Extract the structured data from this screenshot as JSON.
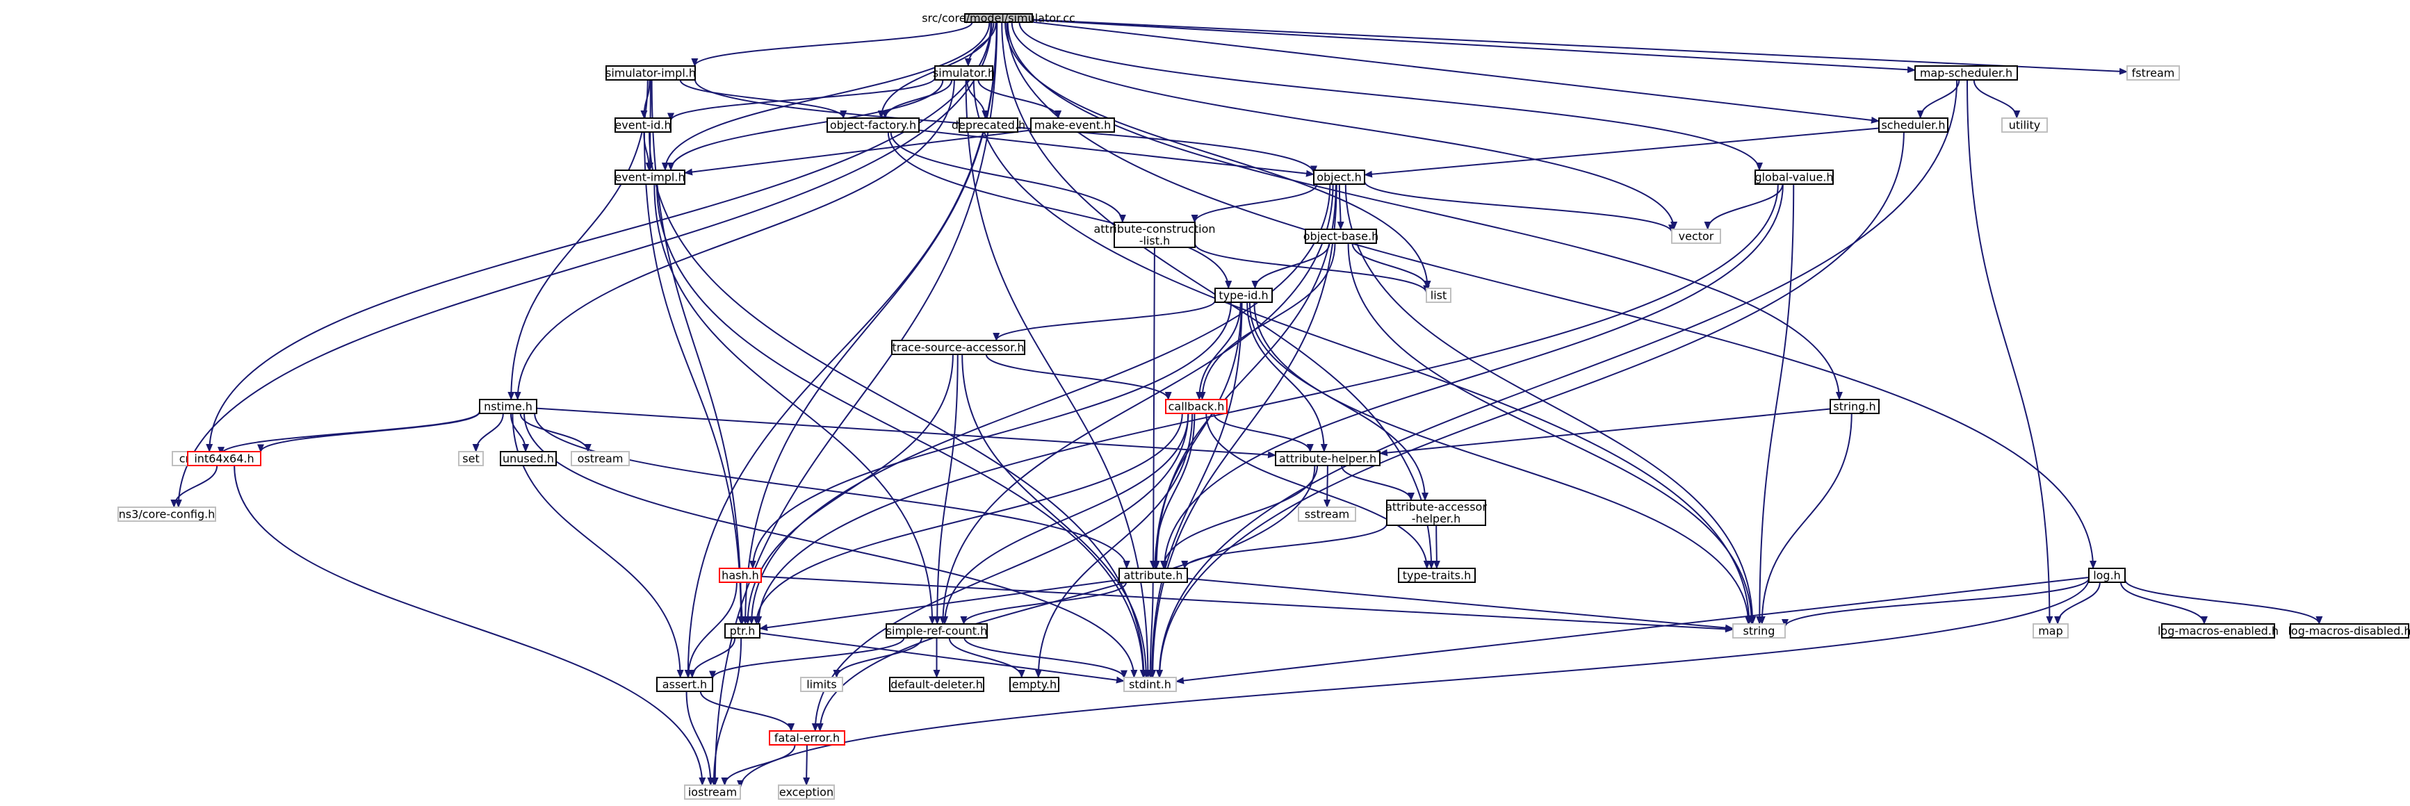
{
  "diagram": {
    "root": "src/core/model/simulator.cc",
    "nodes": [
      {
        "id": "root",
        "label": "src/core/model/simulator.cc",
        "kind": "root"
      },
      {
        "id": "simimpl",
        "label": "simulator-impl.h",
        "kind": "header"
      },
      {
        "id": "simh",
        "label": "simulator.h",
        "kind": "header"
      },
      {
        "id": "mapsched",
        "label": "map-scheduler.h",
        "kind": "header"
      },
      {
        "id": "fstream",
        "label": "fstream",
        "kind": "system"
      },
      {
        "id": "eventid",
        "label": "event-id.h",
        "kind": "header"
      },
      {
        "id": "objfact",
        "label": "object-factory.h",
        "kind": "header"
      },
      {
        "id": "deprec",
        "label": "deprecated.h",
        "kind": "header"
      },
      {
        "id": "makeevent",
        "label": "make-event.h",
        "kind": "header"
      },
      {
        "id": "sched",
        "label": "scheduler.h",
        "kind": "header"
      },
      {
        "id": "utility",
        "label": "utility",
        "kind": "system"
      },
      {
        "id": "eventimpl",
        "label": "event-impl.h",
        "kind": "header"
      },
      {
        "id": "objh",
        "label": "object.h",
        "kind": "header"
      },
      {
        "id": "globval",
        "label": "global-value.h",
        "kind": "header"
      },
      {
        "id": "attrcons",
        "label": "attribute-construction\n-list.h",
        "kind": "header"
      },
      {
        "id": "objbase",
        "label": "object-base.h",
        "kind": "header"
      },
      {
        "id": "vector",
        "label": "vector",
        "kind": "system"
      },
      {
        "id": "list",
        "label": "list",
        "kind": "system"
      },
      {
        "id": "typeid",
        "label": "type-id.h",
        "kind": "header"
      },
      {
        "id": "tracesrc",
        "label": "trace-source-accessor.h",
        "kind": "header"
      },
      {
        "id": "callback",
        "label": "callback.h",
        "kind": "truncated"
      },
      {
        "id": "stringh",
        "label": "string.h",
        "kind": "header"
      },
      {
        "id": "nstime",
        "label": "nstime.h",
        "kind": "header"
      },
      {
        "id": "cmath",
        "label": "cmath",
        "kind": "system"
      },
      {
        "id": "int64",
        "label": "int64x64.h",
        "kind": "truncated"
      },
      {
        "id": "set",
        "label": "set",
        "kind": "system"
      },
      {
        "id": "unused",
        "label": "unused.h",
        "kind": "header"
      },
      {
        "id": "ostream",
        "label": "ostream",
        "kind": "system"
      },
      {
        "id": "attrhelp",
        "label": "attribute-helper.h",
        "kind": "header"
      },
      {
        "id": "nscfg",
        "label": "ns3/core-config.h",
        "kind": "system"
      },
      {
        "id": "sstream",
        "label": "sstream",
        "kind": "system"
      },
      {
        "id": "attracc",
        "label": "attribute-accessor\n-helper.h",
        "kind": "header"
      },
      {
        "id": "hash",
        "label": "hash.h",
        "kind": "truncated"
      },
      {
        "id": "attrh",
        "label": "attribute.h",
        "kind": "header"
      },
      {
        "id": "typetraits",
        "label": "type-traits.h",
        "kind": "header"
      },
      {
        "id": "logh",
        "label": "log.h",
        "kind": "header"
      },
      {
        "id": "ptrh",
        "label": "ptr.h",
        "kind": "header"
      },
      {
        "id": "simref",
        "label": "simple-ref-count.h",
        "kind": "header"
      },
      {
        "id": "string",
        "label": "string",
        "kind": "system"
      },
      {
        "id": "map",
        "label": "map",
        "kind": "system"
      },
      {
        "id": "logme",
        "label": "log-macros-enabled.h",
        "kind": "header"
      },
      {
        "id": "logmd",
        "label": "log-macros-disabled.h",
        "kind": "header"
      },
      {
        "id": "limits",
        "label": "limits",
        "kind": "system"
      },
      {
        "id": "assert",
        "label": "assert.h",
        "kind": "header"
      },
      {
        "id": "defdel",
        "label": "default-deleter.h",
        "kind": "header"
      },
      {
        "id": "empty",
        "label": "empty.h",
        "kind": "header"
      },
      {
        "id": "stdint",
        "label": "stdint.h",
        "kind": "system"
      },
      {
        "id": "fatal",
        "label": "fatal-error.h",
        "kind": "truncated"
      },
      {
        "id": "iostream",
        "label": "iostream",
        "kind": "system"
      },
      {
        "id": "exception",
        "label": "exception",
        "kind": "system"
      }
    ],
    "edges": [
      [
        "root",
        "simimpl"
      ],
      [
        "root",
        "simh"
      ],
      [
        "root",
        "mapsched"
      ],
      [
        "root",
        "fstream"
      ],
      [
        "root",
        "objfact"
      ],
      [
        "root",
        "eventimpl"
      ],
      [
        "root",
        "sched"
      ],
      [
        "root",
        "globval"
      ],
      [
        "root",
        "stringh"
      ],
      [
        "root",
        "logh"
      ],
      [
        "root",
        "vector"
      ],
      [
        "root",
        "list"
      ],
      [
        "root",
        "typetraits"
      ],
      [
        "root",
        "cmath"
      ],
      [
        "root",
        "nscfg"
      ],
      [
        "root",
        "ptrh"
      ],
      [
        "root",
        "assert"
      ],
      [
        "root",
        "iostream"
      ],
      [
        "simimpl",
        "eventid"
      ],
      [
        "simimpl",
        "eventimpl"
      ],
      [
        "simimpl",
        "objfact"
      ],
      [
        "simimpl",
        "objh"
      ],
      [
        "simimpl",
        "nstime"
      ],
      [
        "simimpl",
        "ptrh"
      ],
      [
        "simh",
        "eventid"
      ],
      [
        "simh",
        "eventimpl"
      ],
      [
        "simh",
        "objfact"
      ],
      [
        "simh",
        "deprec"
      ],
      [
        "simh",
        "makeevent"
      ],
      [
        "simh",
        "nstime"
      ],
      [
        "simh",
        "string"
      ],
      [
        "simh",
        "stdint"
      ],
      [
        "eventid",
        "eventimpl"
      ],
      [
        "eventid",
        "ptrh"
      ],
      [
        "eventid",
        "stdint"
      ],
      [
        "makeevent",
        "eventimpl"
      ],
      [
        "objfact",
        "objh"
      ],
      [
        "objfact",
        "attrcons"
      ],
      [
        "objfact",
        "typeid"
      ],
      [
        "eventimpl",
        "simref"
      ],
      [
        "eventimpl",
        "stdint"
      ],
      [
        "mapsched",
        "sched"
      ],
      [
        "mapsched",
        "utility"
      ],
      [
        "mapsched",
        "map"
      ],
      [
        "mapsched",
        "stdint"
      ],
      [
        "sched",
        "objh"
      ],
      [
        "sched",
        "stdint"
      ],
      [
        "objh",
        "ptrh"
      ],
      [
        "objh",
        "attrcons"
      ],
      [
        "objh",
        "objbase"
      ],
      [
        "objh",
        "simref"
      ],
      [
        "objh",
        "attrh"
      ],
      [
        "objh",
        "vector"
      ],
      [
        "objh",
        "string"
      ],
      [
        "objh",
        "stdint"
      ],
      [
        "globval",
        "vector"
      ],
      [
        "globval",
        "string"
      ],
      [
        "globval",
        "attrh"
      ],
      [
        "globval",
        "ptrh"
      ],
      [
        "attrcons",
        "attrh"
      ],
      [
        "attrcons",
        "list"
      ],
      [
        "objbase",
        "typeid"
      ],
      [
        "objbase",
        "callback"
      ],
      [
        "objbase",
        "string"
      ],
      [
        "objbase",
        "list"
      ],
      [
        "typeid",
        "tracesrc"
      ],
      [
        "typeid",
        "callback"
      ],
      [
        "typeid",
        "attrhelp"
      ],
      [
        "typeid",
        "attracc"
      ],
      [
        "typeid",
        "attrh"
      ],
      [
        "typeid",
        "hash"
      ],
      [
        "typeid",
        "string"
      ],
      [
        "typeid",
        "stdint"
      ],
      [
        "tracesrc",
        "callback"
      ],
      [
        "tracesrc",
        "ptrh"
      ],
      [
        "tracesrc",
        "simref"
      ],
      [
        "tracesrc",
        "stdint"
      ],
      [
        "callback",
        "attrhelp"
      ],
      [
        "callback",
        "attrh"
      ],
      [
        "callback",
        "ptrh"
      ],
      [
        "callback",
        "simref"
      ],
      [
        "callback",
        "typetraits"
      ],
      [
        "callback",
        "empty"
      ],
      [
        "callback",
        "fatal"
      ],
      [
        "stringh",
        "attrhelp"
      ],
      [
        "stringh",
        "string"
      ],
      [
        "nstime",
        "cmath"
      ],
      [
        "nstime",
        "int64"
      ],
      [
        "nstime",
        "set"
      ],
      [
        "nstime",
        "unused"
      ],
      [
        "nstime",
        "ostream"
      ],
      [
        "nstime",
        "attrhelp"
      ],
      [
        "nstime",
        "attrh"
      ],
      [
        "nstime",
        "assert"
      ],
      [
        "nstime",
        "stdint"
      ],
      [
        "int64",
        "nscfg"
      ],
      [
        "int64",
        "iostream"
      ],
      [
        "attrhelp",
        "attracc"
      ],
      [
        "attrhelp",
        "sstream"
      ],
      [
        "attrhelp",
        "attrh"
      ],
      [
        "attrhelp",
        "fatal"
      ],
      [
        "attracc",
        "attrh"
      ],
      [
        "attracc",
        "typetraits"
      ],
      [
        "hash",
        "ptrh"
      ],
      [
        "hash",
        "assert"
      ],
      [
        "hash",
        "string"
      ],
      [
        "attrh",
        "ptrh"
      ],
      [
        "attrh",
        "simref"
      ],
      [
        "attrh",
        "string"
      ],
      [
        "attrh",
        "stdint"
      ],
      [
        "logh",
        "string"
      ],
      [
        "logh",
        "map"
      ],
      [
        "logh",
        "logme"
      ],
      [
        "logh",
        "logmd"
      ],
      [
        "logh",
        "stdint"
      ],
      [
        "logh",
        "iostream"
      ],
      [
        "ptrh",
        "assert"
      ],
      [
        "ptrh",
        "iostream"
      ],
      [
        "ptrh",
        "stdint"
      ],
      [
        "simref",
        "assert"
      ],
      [
        "simref",
        "limits"
      ],
      [
        "simref",
        "defdel"
      ],
      [
        "simref",
        "empty"
      ],
      [
        "simref",
        "stdint"
      ],
      [
        "assert",
        "fatal"
      ],
      [
        "assert",
        "iostream"
      ],
      [
        "fatal",
        "iostream"
      ],
      [
        "fatal",
        "exception"
      ]
    ]
  }
}
